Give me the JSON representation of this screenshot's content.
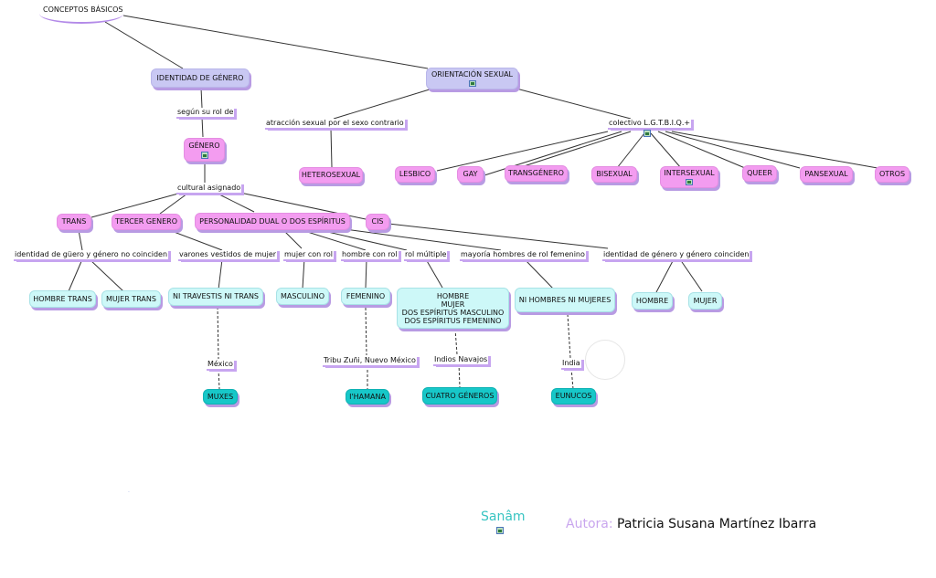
{
  "title": "CONCEPTOS BÁSICOS",
  "nodes": {
    "identidad": "IDENTIDAD  DE GÉNERO",
    "orientacion": "ORIENTACIÓN SEXUAL",
    "genero": "GÉNERO",
    "heterosexual": "HETEROSEXUAL",
    "lesbico": "LESBICO",
    "gay": "GAY",
    "transgenero": "TRANSGÉNERO",
    "bisexual": "BISEXUAL",
    "intersexual": "INTERSEXUAL",
    "queer": "QUEER",
    "pansexual": "PANSEXUAL",
    "otros": "OTROS",
    "trans": "TRANS",
    "tercer": "TERCER GENERO",
    "dual": "PERSONALIDAD DUAL O DOS ESPÍRITUS",
    "cis": "CIS",
    "hombre_trans": "HOMBRE TRANS",
    "mujer_trans": "MUJER TRANS",
    "ni_travestis": "NI TRAVESTIS NI TRANS",
    "masculino": "MASCULINO",
    "femenino": "FEMENINO",
    "multiple_lines": [
      "HOMBRE",
      "MUJER",
      "DOS ESPÍRITUS MASCULINO",
      "DOS ESPÍRITUS FEMENINO"
    ],
    "ni_hombres": "NI HOMBRES NI MUJERES",
    "hombre": "HOMBRE",
    "mujer": "MUJER",
    "muxes": "MUXES",
    "ihamana": "I'HAMANA",
    "cuatro": "CUATRO GÉNEROS",
    "eunucos": "EUNUCOS"
  },
  "phrases": {
    "segun": "según su rol de",
    "atraccion": "atracción sexual por el sexo contrario",
    "colectivo": "colectivo L.G.T.B.I.Q.+",
    "cultural": "cultural asignado",
    "no_coinciden": "identidad de güero y género no coinciden",
    "varones": "varones vestidos de mujer",
    "mujer_rol": "mujer con rol",
    "hombre_rol": "hombre con rol",
    "rol_multiple": "rol múltiple",
    "mayoria": "mayoría hombres de rol femenino",
    "coinciden": "identidad de género y género coinciden",
    "mexico": "México",
    "zuni": "Tribu Zuñi, Nuevo México",
    "navajos": "Indios Navajos",
    "india": "India"
  },
  "footer": {
    "sanam": "Sanâm",
    "author_label": "Autora:",
    "author_name": " Patricia Susana Martínez Ibarra"
  },
  "colors": {
    "lavender": "#c9c8f3",
    "pink": "#f39cf0",
    "cyan": "#cdf8f8",
    "teal": "#17c7c8",
    "shadow": "#b89be3"
  }
}
